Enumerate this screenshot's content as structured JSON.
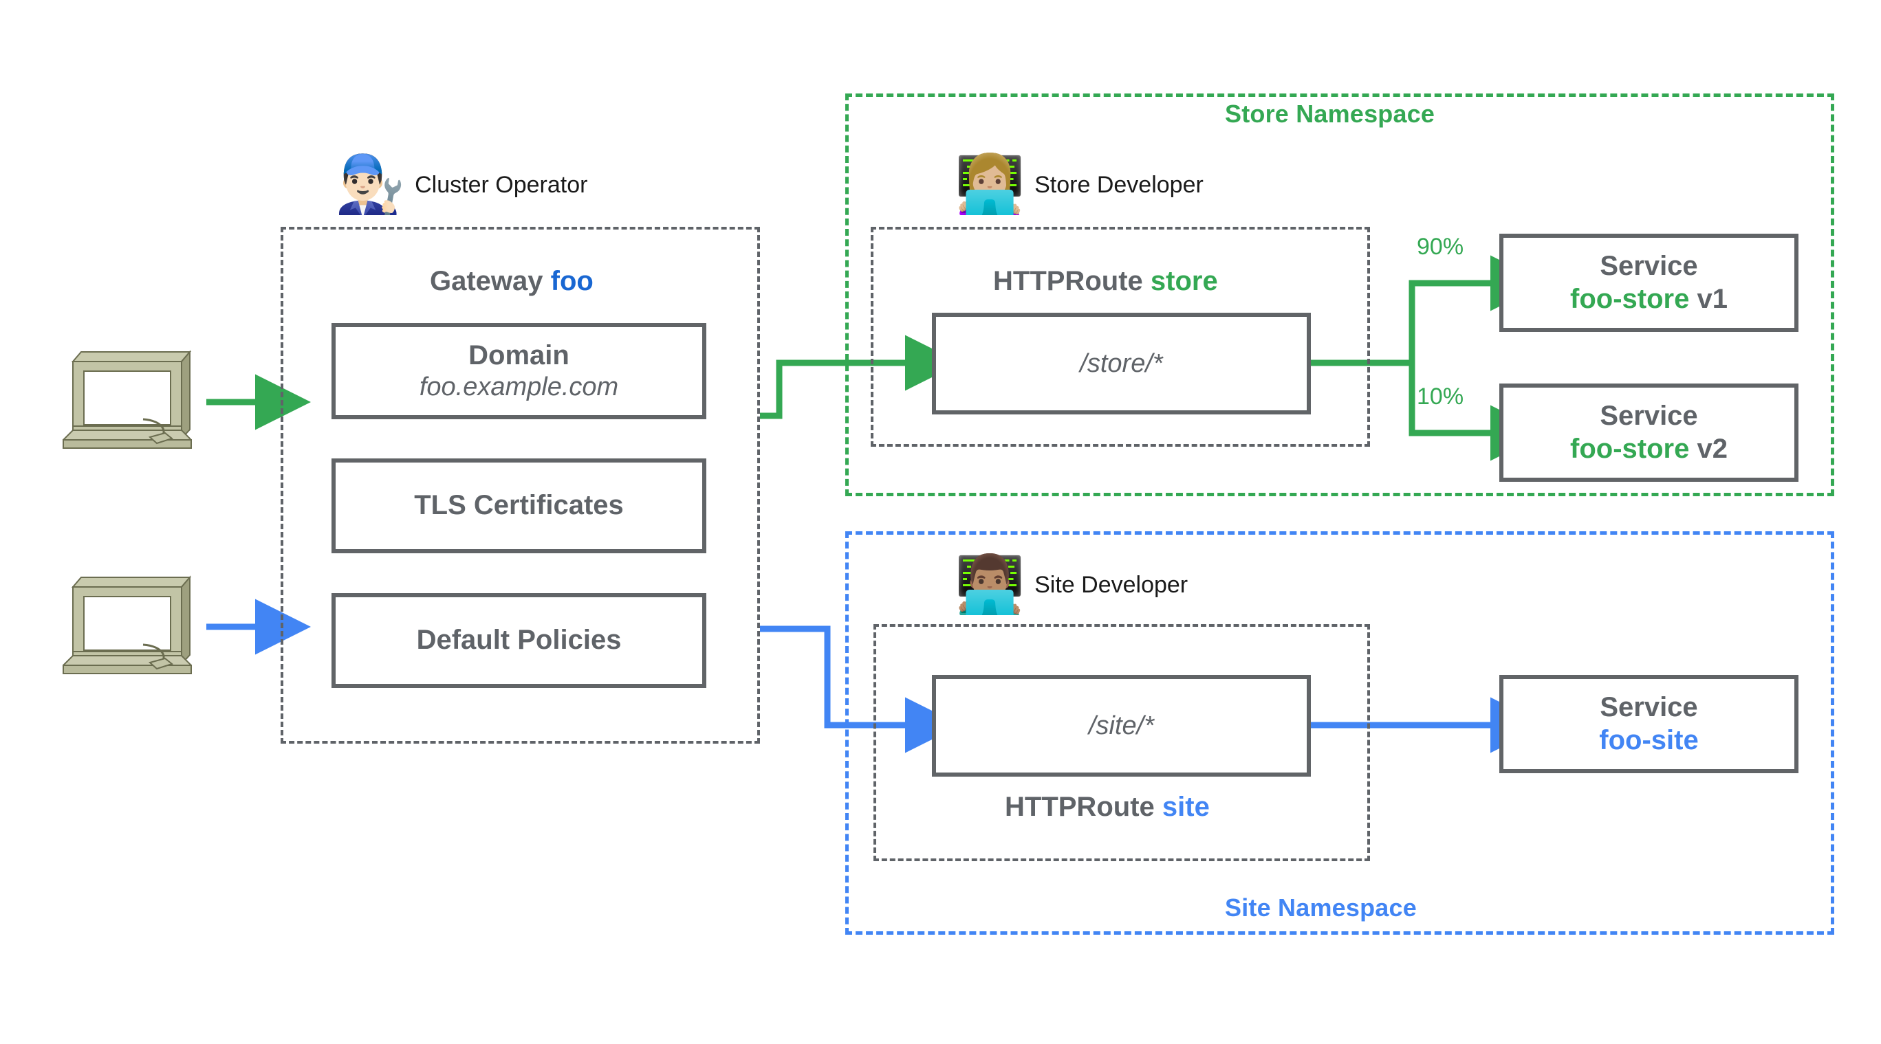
{
  "theme": {
    "green": "#34A853",
    "blue": "#4285F4",
    "blue_dark": "#1967D2",
    "gray": "#5F6368",
    "box_border": "#616467",
    "background": "#FFFFFF"
  },
  "clients": [
    {
      "name": "client-computer-top",
      "icon": "desktop-computer-icon",
      "flow_color": "#34A853"
    },
    {
      "name": "client-computer-bottom",
      "icon": "desktop-computer-icon",
      "flow_color": "#4285F4"
    }
  ],
  "gateway_group": {
    "persona": {
      "emoji": "man-mechanic-icon",
      "glyph": "👨🏻‍🔧",
      "label": "Cluster Operator"
    },
    "title_prefix": "Gateway",
    "title_accent": "foo",
    "items": [
      {
        "name": "domain",
        "line1": "Domain",
        "line2": "foo.example.com"
      },
      {
        "name": "tls-certificates",
        "line1": "TLS Certificates",
        "line2": ""
      },
      {
        "name": "default-policies",
        "line1": "Default Policies",
        "line2": ""
      }
    ]
  },
  "namespaces": [
    {
      "id": "store",
      "label": "Store Namespace",
      "color": "#34A853",
      "persona": {
        "emoji": "woman-technologist-icon",
        "glyph": "👩🏼‍💻",
        "label": "Store Developer"
      },
      "route": {
        "title_prefix": "HTTPRoute",
        "title_accent": "store",
        "title_position": "above",
        "match": "/store/*"
      },
      "backends": [
        {
          "name": "service-foo-store-v1",
          "kind": "Service",
          "service": "foo-store",
          "version": "v1",
          "weight": "90%"
        },
        {
          "name": "service-foo-store-v2",
          "kind": "Service",
          "service": "foo-store",
          "version": "v2",
          "weight": "10%"
        }
      ]
    },
    {
      "id": "site",
      "label": "Site Namespace",
      "color": "#4285F4",
      "persona": {
        "emoji": "man-technologist-icon",
        "glyph": "👨🏽‍💻",
        "label": "Site Developer"
      },
      "route": {
        "title_prefix": "HTTPRoute",
        "title_accent": "site",
        "title_position": "below",
        "match": "/site/*"
      },
      "backends": [
        {
          "name": "service-foo-site",
          "kind": "Service",
          "service": "foo-site",
          "version": "",
          "weight": ""
        }
      ]
    }
  ]
}
